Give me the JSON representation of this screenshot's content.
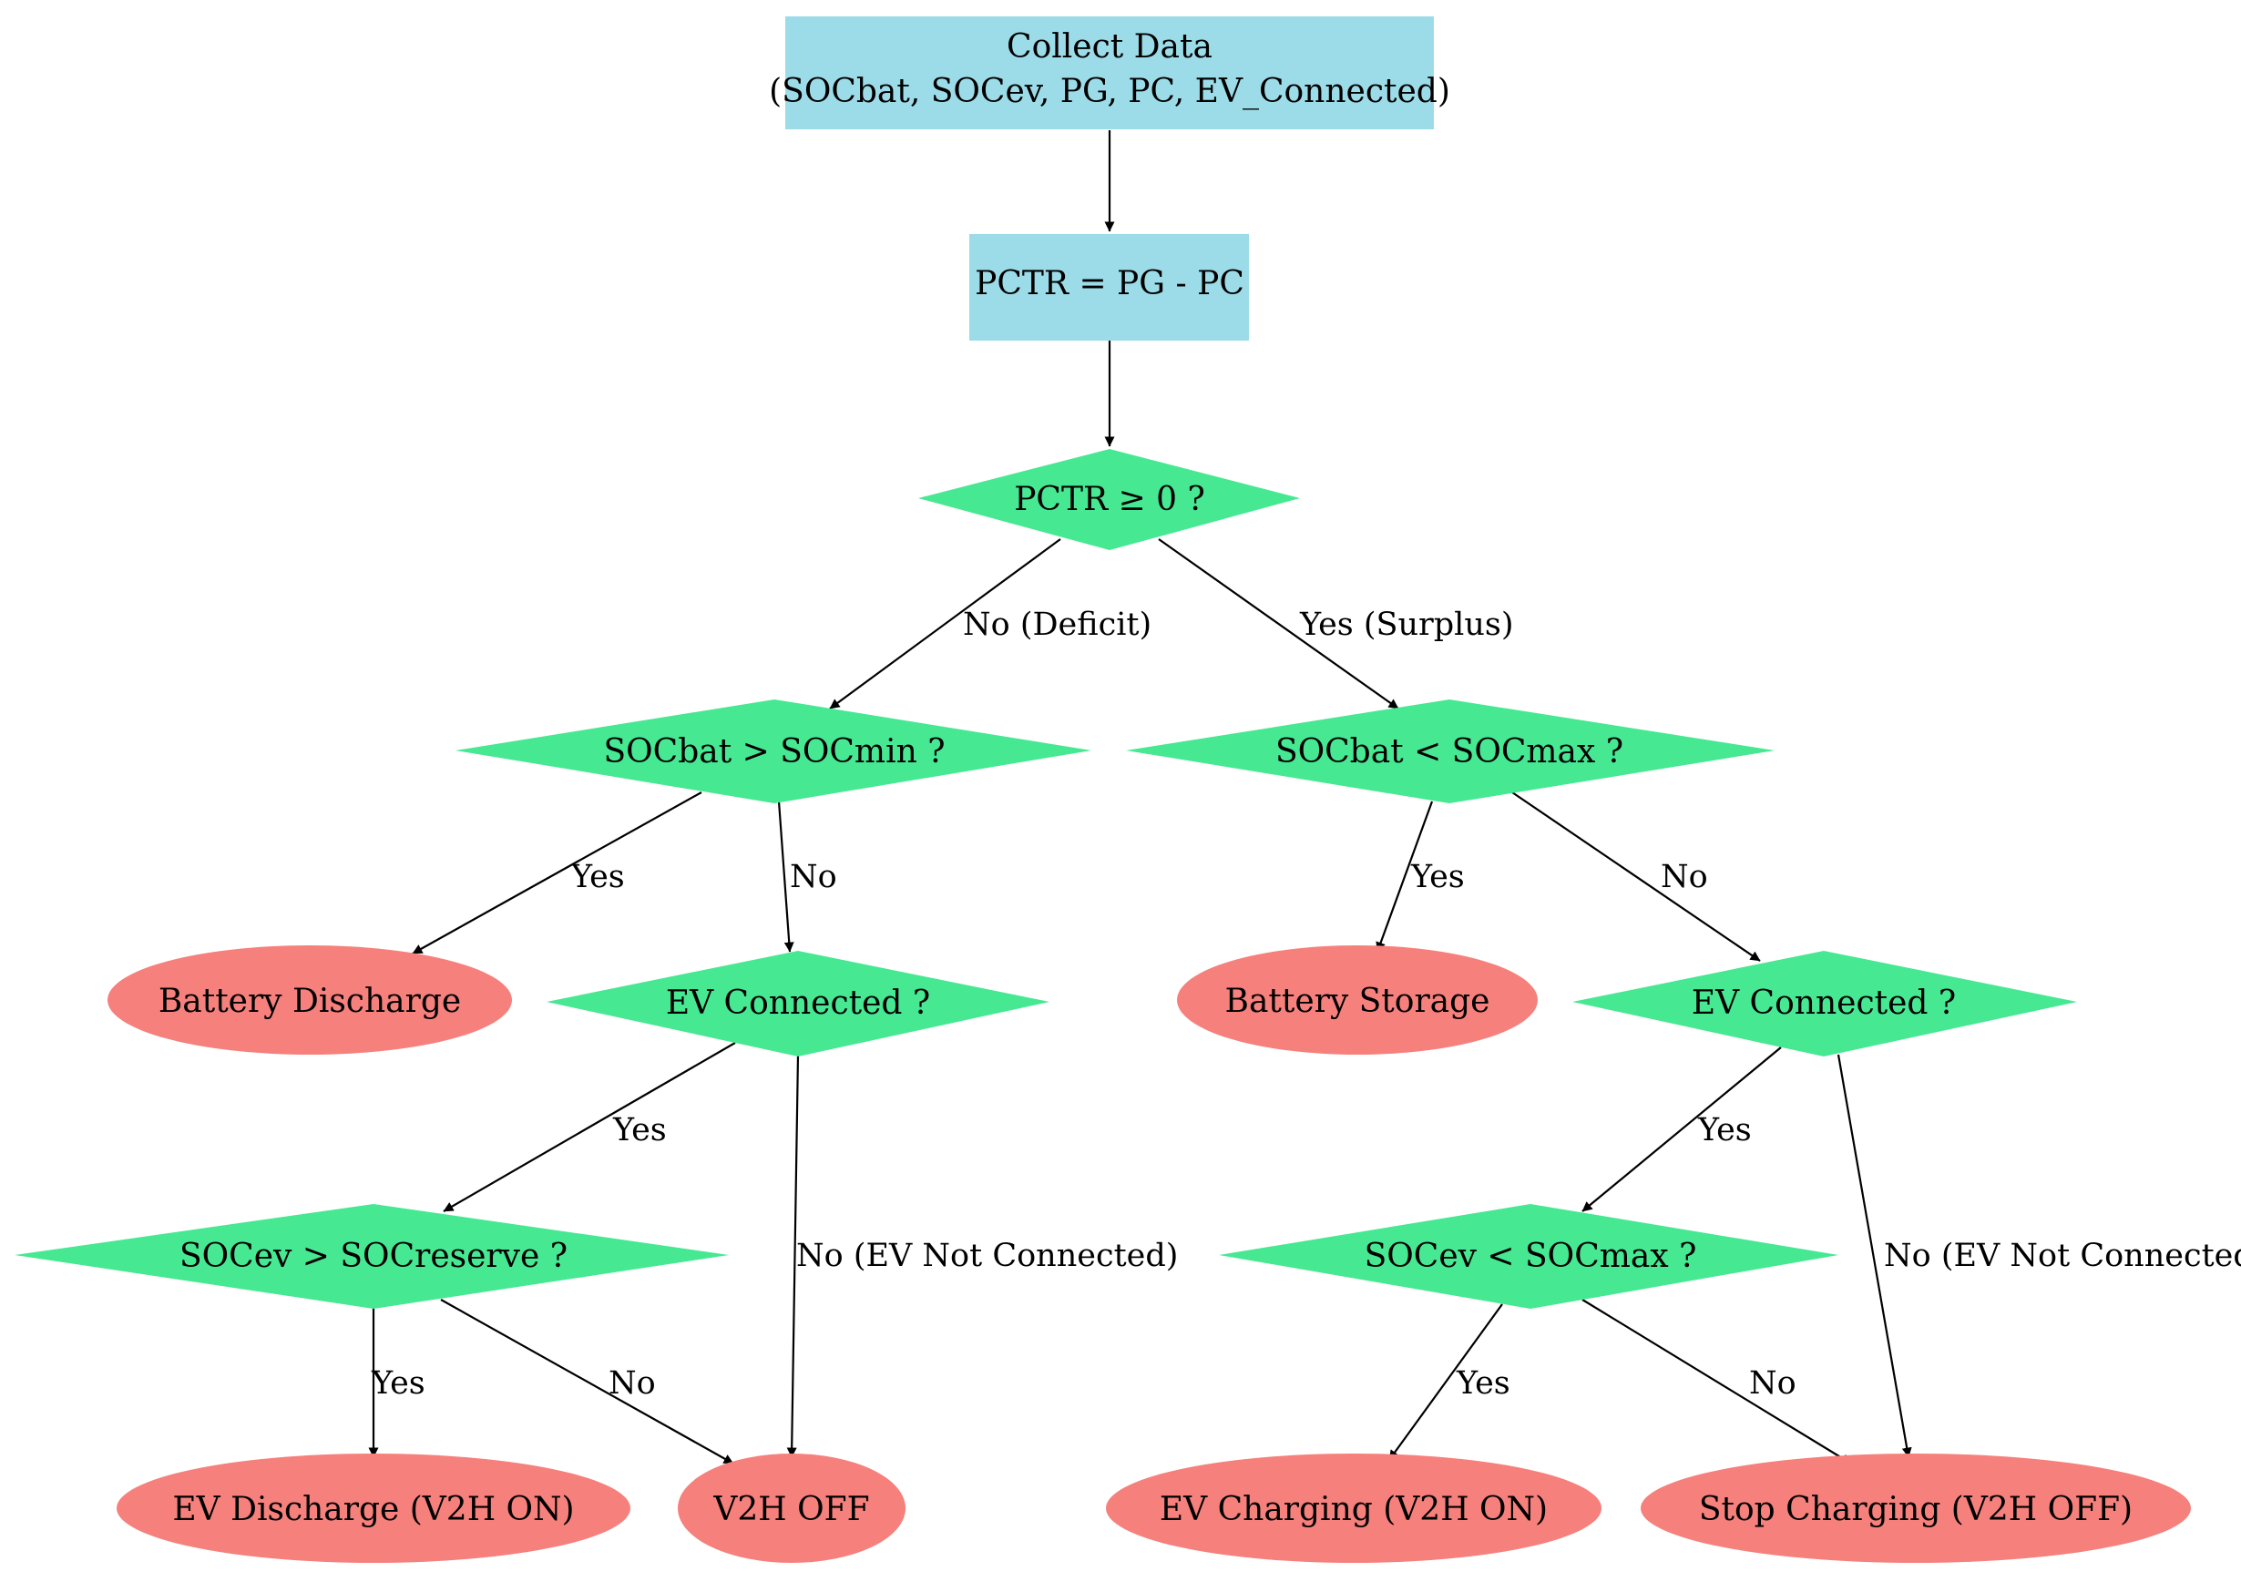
{
  "nodes": {
    "collect": {
      "line1": "Collect Data",
      "line2": "(SOCbat, SOCev, PG, PC, EV_Connected)"
    },
    "pctr_calc": "PCTR = PG - PC",
    "pctr_check": "PCTR ≥ 0 ?",
    "socbat_min": "SOCbat > SOCmin ?",
    "socbat_max": "SOCbat < SOCmax ?",
    "battery_discharge": "Battery Discharge",
    "ev_connected_left": "EV Connected ?",
    "battery_storage": "Battery Storage",
    "ev_connected_right": "EV Connected ?",
    "socev_reserve": "SOCev > SOCreserve ?",
    "socev_max": "SOCev < SOCmax ?",
    "ev_discharge": "EV Discharge (V2H ON)",
    "v2h_off": "V2H OFF",
    "ev_charging": "EV Charging (V2H ON)",
    "stop_charging": "Stop Charging (V2H OFF)"
  },
  "edges": {
    "pctr_no": "No (Deficit)",
    "pctr_yes": "Yes (Surplus)",
    "socbat_min_yes": "Yes",
    "socbat_min_no": "No",
    "socbat_max_yes": "Yes",
    "socbat_max_no": "No",
    "ev_left_yes": "Yes",
    "ev_left_no": "No (EV Not Connected)",
    "ev_right_yes": "Yes",
    "ev_right_no": "No (EV Not Connected)",
    "socev_reserve_yes": "Yes",
    "socev_reserve_no": "No",
    "socev_max_yes": "Yes",
    "socev_max_no": "No"
  },
  "colors": {
    "process_box": "#9cdce8",
    "decision_diamond": "#46e892",
    "terminal_ellipse": "#f5807c"
  }
}
